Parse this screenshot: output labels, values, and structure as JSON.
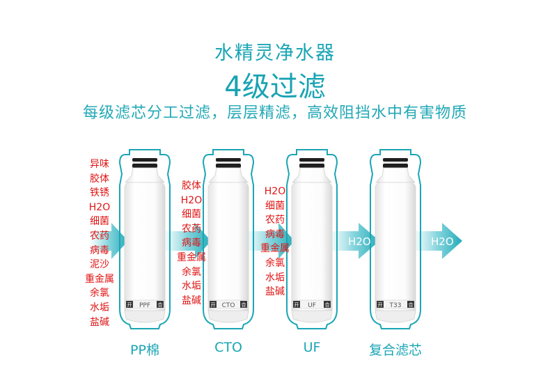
{
  "header": {
    "title": "水精灵净水器",
    "subtitle": "4级过滤",
    "tagline": "每级滤芯分工过滤，层层精滤，高效阻挡水中有害物质"
  },
  "colors": {
    "accent": "#1aa5b4",
    "contaminant_text": "#e01414"
  },
  "filters": [
    {
      "name": "PP棉",
      "code": "PPF",
      "open": "开",
      "close": "合"
    },
    {
      "name": "CTO",
      "code": "CTO",
      "open": "开",
      "close": "合"
    },
    {
      "name": "UF",
      "code": "UF",
      "open": "开",
      "close": "合"
    },
    {
      "name": "复合滤芯",
      "code": "T33",
      "open": "开",
      "close": "合"
    }
  ],
  "stage1_inputs": [
    "异味",
    "胶体",
    "铁锈",
    "H2O",
    "细菌",
    "农药",
    "病毒",
    "泥沙",
    "重金属",
    "余氯",
    "水垢",
    "盐碱"
  ],
  "stage2_inputs": [
    "胶体",
    "H2O",
    "细菌",
    "农药",
    "病毒",
    "重金属",
    "余氯",
    "水垢",
    "盐碱"
  ],
  "stage3_inputs": [
    "H2O",
    "细菌",
    "农药",
    "病毒",
    "重金属",
    "余氯",
    "水垢",
    "盐碱"
  ],
  "stage4_input": "H2O",
  "output": "H2O"
}
